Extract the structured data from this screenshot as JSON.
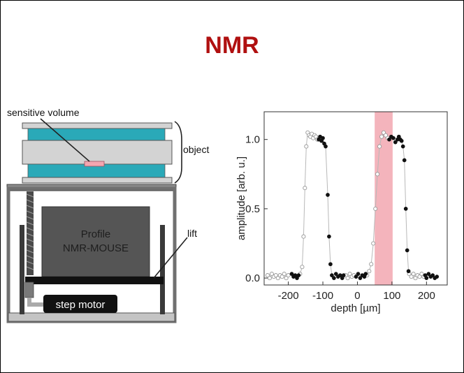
{
  "slide": {
    "title": "NMR",
    "title_color": "#b01010"
  },
  "diagram": {
    "labels": {
      "sensitive_volume": "sensitive volume",
      "object": "object",
      "lift": "lift",
      "profile_line1": "Profile",
      "profile_line2": "NMR-MOUSE",
      "step_motor": "step motor"
    },
    "colors": {
      "object_layer": "#2aa9b8",
      "plate": "#d3d3d3",
      "sensitive_volume": "#f4a6b0",
      "frame": "#606060",
      "mouse": "#555555",
      "motor": "#111111"
    }
  },
  "chart_data": {
    "type": "scatter",
    "title": "",
    "xlabel": "depth [µm]",
    "ylabel": "amplitude [arb. u.]",
    "xlim": [
      -270,
      260
    ],
    "ylim": [
      -0.05,
      1.2
    ],
    "xticks": [
      -200,
      -100,
      0,
      100,
      200
    ],
    "yticks": [
      0.0,
      0.5,
      1.0
    ],
    "ytick_labels": [
      "0.0",
      "0.5",
      "1.0"
    ],
    "grid": false,
    "highlight": {
      "x_start": 50,
      "x_end": 102,
      "color": "#f4b4bc"
    },
    "series": [
      {
        "marker": "open-circle",
        "color": "#aaaaaa",
        "points": [
          [
            -260,
            0.02
          ],
          [
            -254,
            0.0
          ],
          [
            -248,
            0.03
          ],
          [
            -242,
            0.01
          ],
          [
            -236,
            0.02
          ],
          [
            -230,
            0.0
          ],
          [
            -224,
            0.02
          ],
          [
            -218,
            0.01
          ],
          [
            -212,
            0.03
          ],
          [
            -206,
            0.0
          ],
          [
            -200,
            0.02
          ],
          [
            -166,
            0.03
          ],
          [
            -160,
            0.08
          ],
          [
            -156,
            0.3
          ],
          [
            -152,
            0.65
          ],
          [
            -148,
            0.95
          ],
          [
            -144,
            1.05
          ],
          [
            -140,
            1.03
          ],
          [
            -136,
            1.02
          ],
          [
            -132,
            1.04
          ],
          [
            -128,
            1.01
          ],
          [
            -124,
            1.03
          ],
          [
            -120,
            1.02
          ],
          [
            -116,
            1.0
          ],
          [
            -34,
            0.02
          ],
          [
            -28,
            0.0
          ],
          [
            -22,
            0.03
          ],
          [
            -16,
            0.01
          ],
          [
            -10,
            0.02
          ],
          [
            28,
            0.02
          ],
          [
            34,
            0.05
          ],
          [
            40,
            0.1
          ],
          [
            46,
            0.25
          ],
          [
            52,
            0.5
          ],
          [
            58,
            0.75
          ],
          [
            64,
            0.95
          ],
          [
            70,
            1.02
          ],
          [
            76,
            1.05
          ],
          [
            82,
            1.03
          ],
          [
            88,
            1.01
          ],
          [
            150,
            0.03
          ],
          [
            156,
            0.01
          ],
          [
            162,
            0.03
          ],
          [
            168,
            0.0
          ],
          [
            174,
            0.02
          ],
          [
            180,
            0.01
          ],
          [
            186,
            0.03
          ],
          [
            192,
            0.01
          ]
        ]
      },
      {
        "marker": "filled-circle",
        "color": "#111111",
        "points": [
          [
            -190,
            0.03
          ],
          [
            -185,
            0.01
          ],
          [
            -180,
            0.02
          ],
          [
            -175,
            0.0
          ],
          [
            -170,
            0.02
          ],
          [
            -112,
            1.0
          ],
          [
            -108,
            1.02
          ],
          [
            -104,
            0.99
          ],
          [
            -100,
            1.01
          ],
          [
            -96,
            0.97
          ],
          [
            -92,
            0.95
          ],
          [
            -86,
            0.6
          ],
          [
            -82,
            0.3
          ],
          [
            -78,
            0.1
          ],
          [
            -74,
            0.02
          ],
          [
            -68,
            0.0
          ],
          [
            -62,
            0.03
          ],
          [
            -56,
            0.01
          ],
          [
            -50,
            0.02
          ],
          [
            -44,
            0.0
          ],
          [
            -40,
            0.02
          ],
          [
            -4,
            0.01
          ],
          [
            2,
            0.03
          ],
          [
            8,
            0.0
          ],
          [
            14,
            0.02
          ],
          [
            20,
            0.01
          ],
          [
            24,
            0.03
          ],
          [
            92,
            1.0
          ],
          [
            98,
            1.02
          ],
          [
            104,
            1.01
          ],
          [
            110,
            0.98
          ],
          [
            116,
            1.0
          ],
          [
            120,
            1.02
          ],
          [
            124,
            1.0
          ],
          [
            128,
            0.99
          ],
          [
            132,
            0.95
          ],
          [
            136,
            0.85
          ],
          [
            140,
            0.5
          ],
          [
            144,
            0.2
          ],
          [
            148,
            0.05
          ],
          [
            196,
            0.02
          ],
          [
            200,
            0.0
          ],
          [
            206,
            0.03
          ],
          [
            212,
            0.01
          ],
          [
            218,
            0.02
          ],
          [
            224,
            0.0
          ],
          [
            230,
            0.01
          ]
        ]
      }
    ]
  }
}
